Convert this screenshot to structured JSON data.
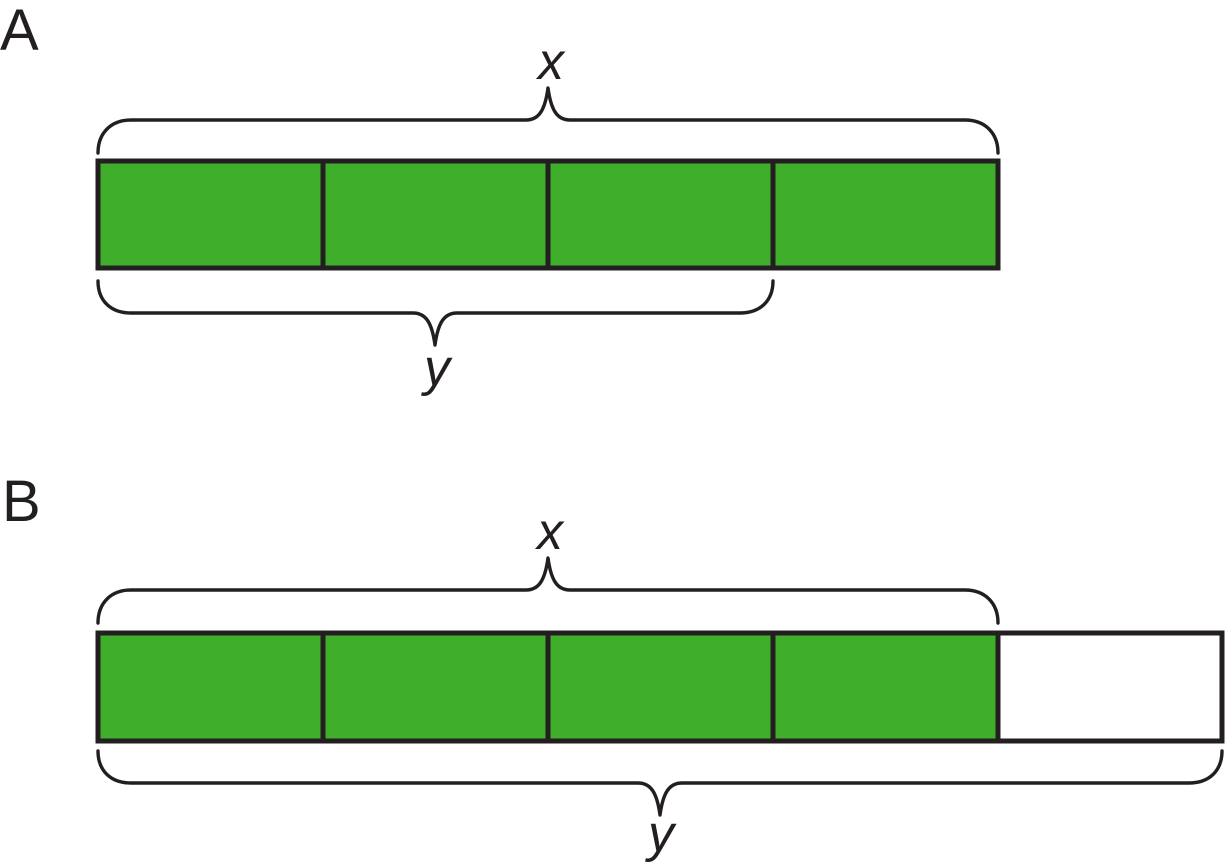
{
  "colors": {
    "background": "#FFFFFF",
    "outline": "#231F20",
    "shaded_green": "#3FAE2B",
    "unshaded_white": "#FFFFFF"
  },
  "diagram_a": {
    "panel_label": "A",
    "top_brace_label": "x",
    "bottom_brace_label": "y",
    "num_segments": 4,
    "num_shaded_segments": 4,
    "top_brace_span_segments": 4,
    "bottom_brace_span_segments": 3,
    "segments": [
      {
        "fill": "#3FAE2B"
      },
      {
        "fill": "#3FAE2B"
      },
      {
        "fill": "#3FAE2B"
      },
      {
        "fill": "#3FAE2B"
      }
    ]
  },
  "diagram_b": {
    "panel_label": "B",
    "top_brace_label": "x",
    "bottom_brace_label": "y",
    "num_segments": 5,
    "num_shaded_segments": 4,
    "top_brace_span_segments": 4,
    "bottom_brace_span_segments": 5,
    "segments": [
      {
        "fill": "#3FAE2B"
      },
      {
        "fill": "#3FAE2B"
      },
      {
        "fill": "#3FAE2B"
      },
      {
        "fill": "#3FAE2B"
      },
      {
        "fill": "#FFFFFF"
      }
    ]
  }
}
